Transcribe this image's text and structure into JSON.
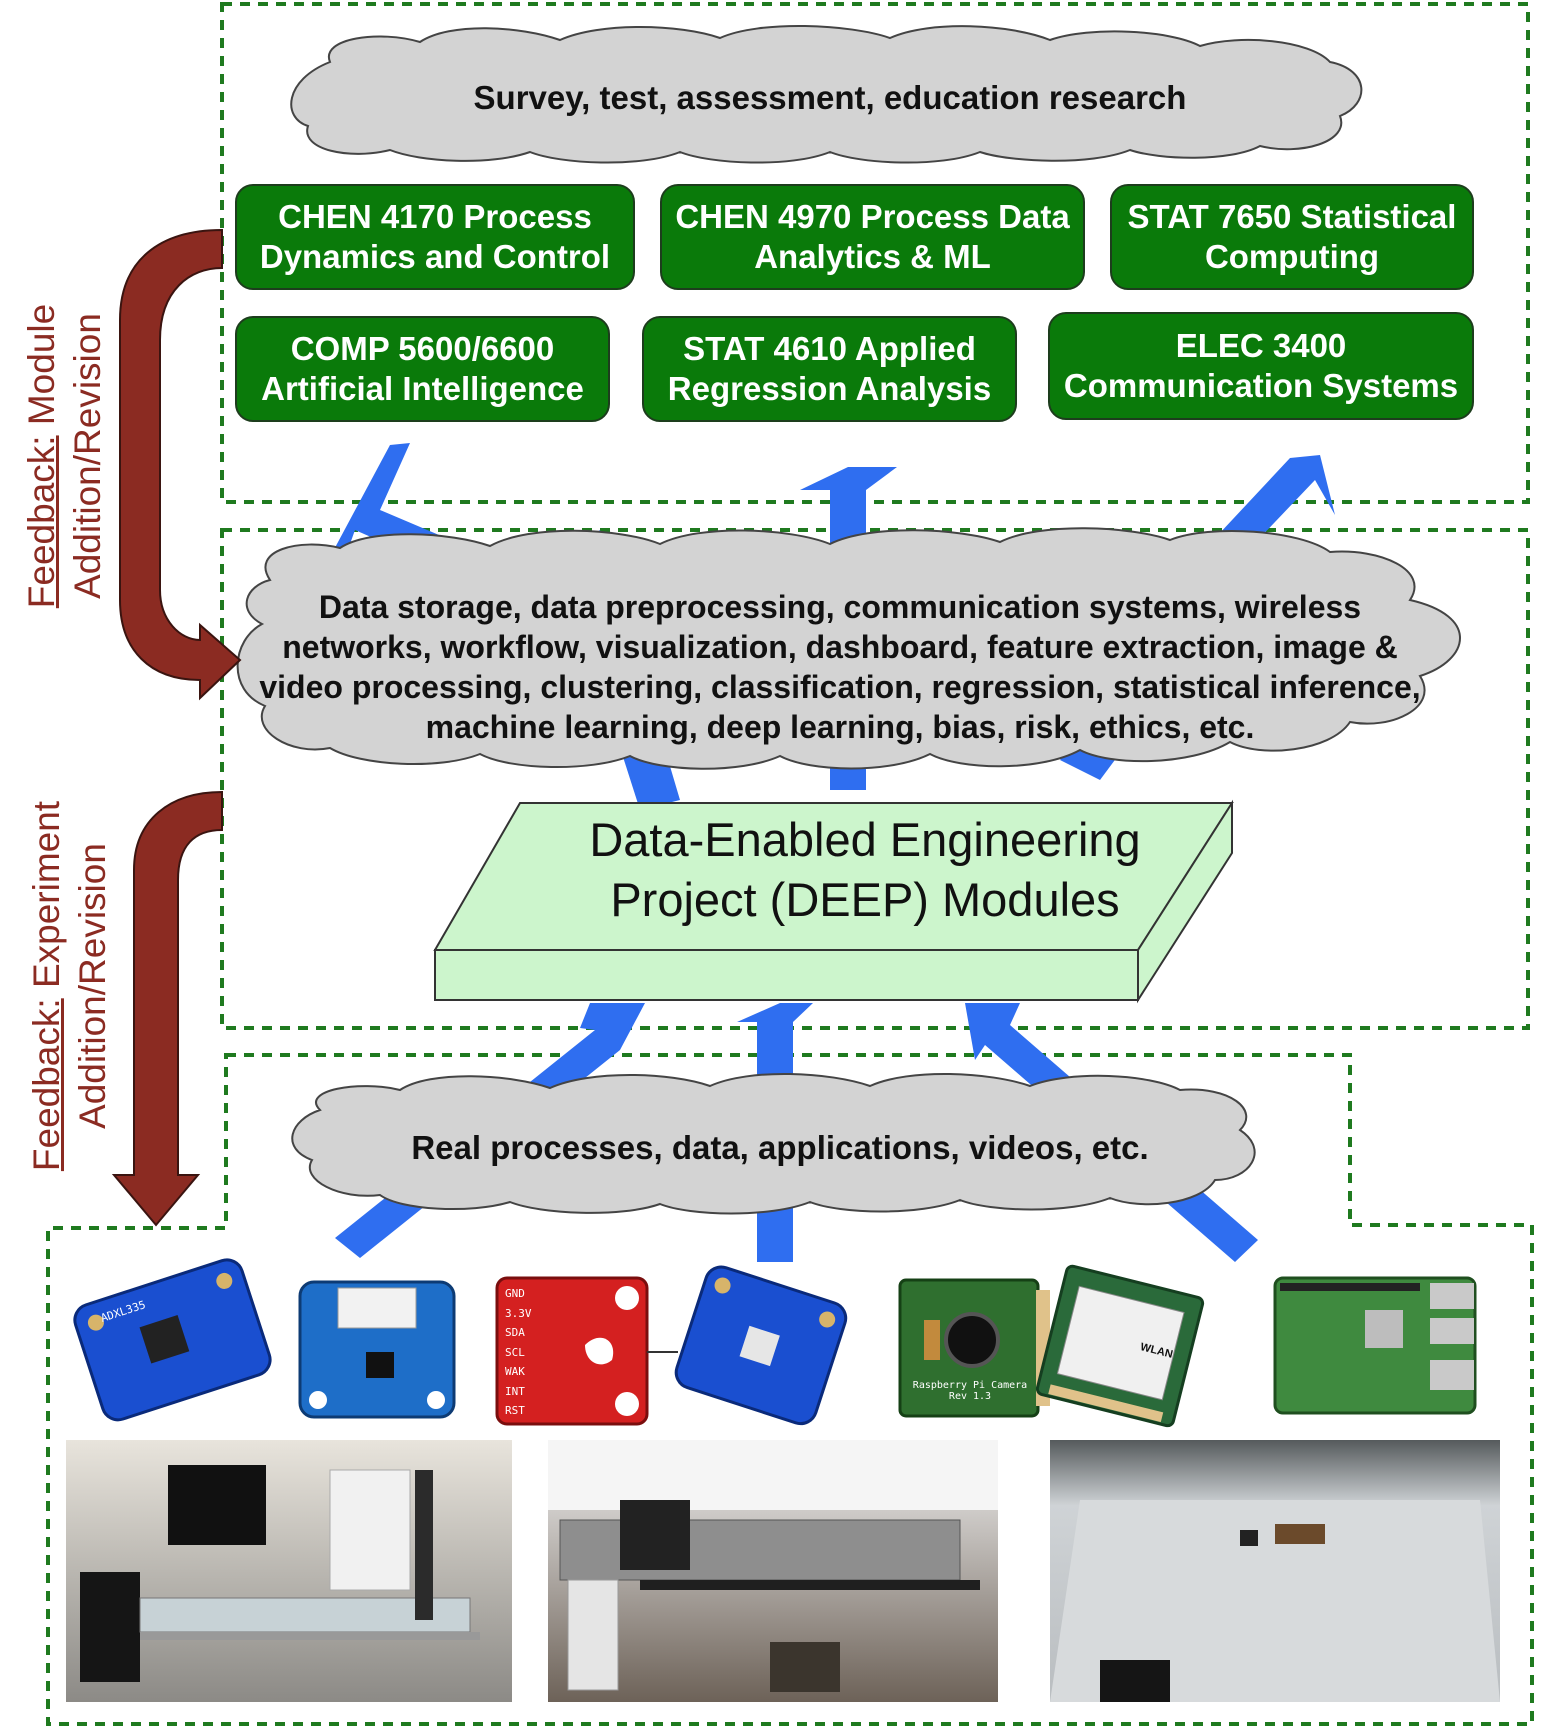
{
  "clouds": {
    "top": "Survey, test, assessment, education research",
    "middle": "Data storage, data preprocessing, communication systems, wireless networks, workflow, visualization, dashboard, feature extraction, image & video processing, clustering, classification, regression, statistical inference, machine learning, deep learning, bias, risk, ethics, etc.",
    "bottom": "Real processes, data, applications, videos, etc."
  },
  "courses": [
    {
      "line1": "CHEN 4170 Process",
      "line2": "Dynamics and Control"
    },
    {
      "line1": "CHEN 4970 Process Data",
      "line2": "Analytics & ML"
    },
    {
      "line1": "STAT 7650 Statistical",
      "line2": "Computing"
    },
    {
      "line1": "COMP 5600/6600",
      "line2": "Artificial Intelligence"
    },
    {
      "line1": "STAT 4610 Applied",
      "line2": "Regression Analysis"
    },
    {
      "line1": "ELEC 3400",
      "line2": "Communication Systems"
    }
  ],
  "deep": {
    "line1": "Data-Enabled Engineering",
    "line2": "Project (DEEP) Modules"
  },
  "feedback": {
    "module": {
      "prefix": "Feedback:",
      "rest": "Module",
      "line2": "Addition/Revision"
    },
    "experiment": {
      "prefix": "Feedback:",
      "rest": "Experiment",
      "line2": "Addition/Revision"
    }
  },
  "sensors": {
    "sparkfun_pins": [
      "GND",
      "3.3V",
      "SDA",
      "SCL",
      "WAK",
      "INT",
      "RST"
    ],
    "camera_label": "Raspberry Pi Camera Rev 1.3",
    "adxl_label": "ADXL335",
    "wlan_label": "WLAN"
  },
  "colors": {
    "course_green": "#0a7a0a",
    "cloud_grey": "#d3d3d3",
    "arrow_blue": "#2f6ef0",
    "feedback_red": "#8b2b22",
    "deep_fill": "#ccf5cc",
    "dashed_border": "#1f7a1f"
  }
}
